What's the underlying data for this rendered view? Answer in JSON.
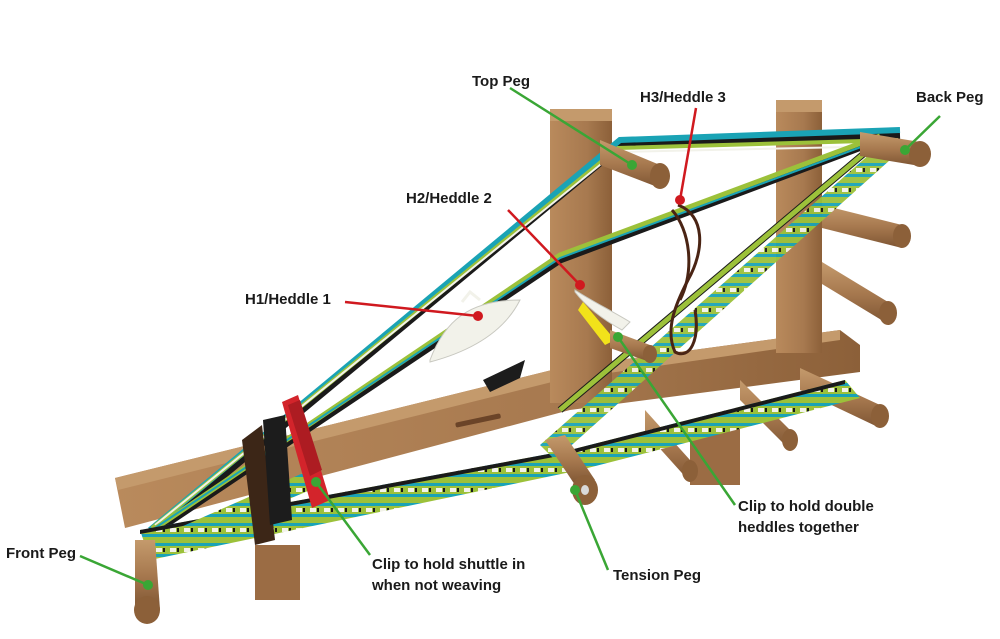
{
  "labels": {
    "top_peg": "Top Peg",
    "heddle3": "H3/Heddle 3",
    "back_peg": "Back Peg",
    "heddle2": "H2/Heddle 2",
    "heddle1": "H1/Heddle 1",
    "front_peg": "Front Peg",
    "shuttle_clip_line1": "Clip to hold shuttle in",
    "shuttle_clip_line2": "when not weaving",
    "tension_peg": "Tension Peg",
    "double_clip_line1": "Clip to hold double",
    "double_clip_line2": "heddles together"
  },
  "colors": {
    "wood": "#a7794f",
    "wood_dark": "#7e5533",
    "wood_light": "#c49a6c",
    "leader_green": "#3aa635",
    "leader_red": "#d0191f",
    "yarn_lime": "#9cc13a",
    "yarn_teal": "#1aa3b5",
    "yarn_white": "#f2f2ea",
    "yarn_black": "#1a1a1a",
    "clip_red": "#d3242b",
    "clip_yellow": "#f2e21a",
    "heddle3_brown": "#4a2414",
    "shuttle_black": "#1c1c1c"
  }
}
